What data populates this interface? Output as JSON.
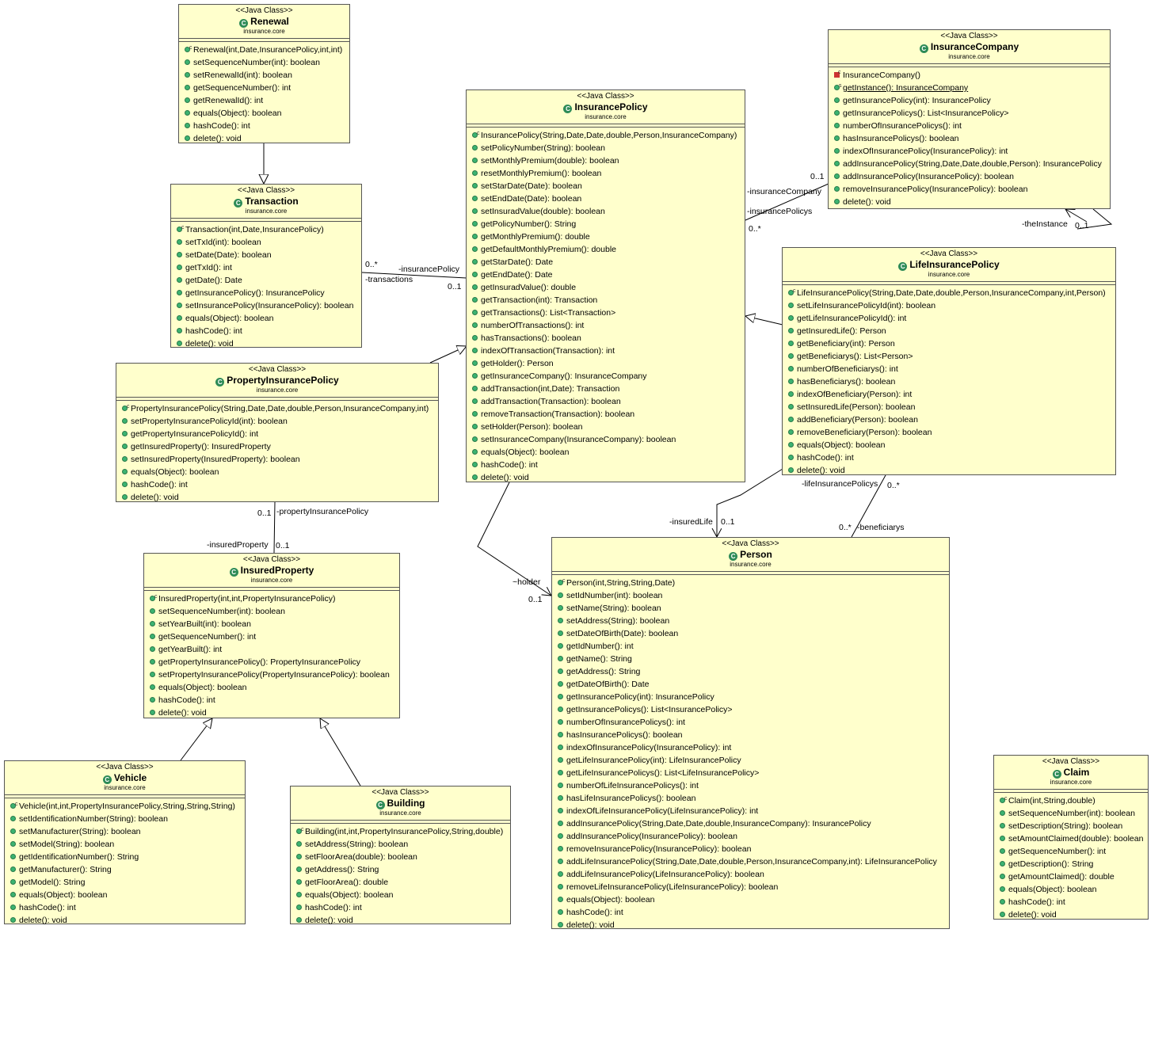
{
  "stereotype": "<<Java Class>>",
  "package": "insurance.core",
  "classes": {
    "renewal": {
      "name": "Renewal",
      "ops": [
        "Renewal(int,Date,InsurancePolicy,int,int)",
        "setSequenceNumber(int): boolean",
        "setRenewalId(int): boolean",
        "getSequenceNumber(): int",
        "getRenewalId(): int",
        "equals(Object): boolean",
        "hashCode(): int",
        "delete(): void"
      ]
    },
    "transaction": {
      "name": "Transaction",
      "ops": [
        "Transaction(int,Date,InsurancePolicy)",
        "setTxId(int): boolean",
        "setDate(Date): boolean",
        "getTxId(): int",
        "getDate(): Date",
        "getInsurancePolicy(): InsurancePolicy",
        "setInsurancePolicy(InsurancePolicy): boolean",
        "equals(Object): boolean",
        "hashCode(): int",
        "delete(): void"
      ]
    },
    "insurancePolicy": {
      "name": "InsurancePolicy",
      "ops": [
        "InsurancePolicy(String,Date,Date,double,Person,InsuranceCompany)",
        "setPolicyNumber(String): boolean",
        "setMonthlyPremium(double): boolean",
        "resetMonthlyPremium(): boolean",
        "setStarDate(Date): boolean",
        "setEndDate(Date): boolean",
        "setInsuradValue(double): boolean",
        "getPolicyNumber(): String",
        "getMonthlyPremium(): double",
        "getDefaultMonthlyPremium(): double",
        "getStarDate(): Date",
        "getEndDate(): Date",
        "getInsuradValue(): double",
        "getTransaction(int): Transaction",
        "getTransactions(): List<Transaction>",
        "numberOfTransactions(): int",
        "hasTransactions(): boolean",
        "indexOfTransaction(Transaction): int",
        "getHolder(): Person",
        "getInsuranceCompany(): InsuranceCompany",
        "addTransaction(int,Date): Transaction",
        "addTransaction(Transaction): boolean",
        "removeTransaction(Transaction): boolean",
        "setHolder(Person): boolean",
        "setInsuranceCompany(InsuranceCompany): boolean",
        "equals(Object): boolean",
        "hashCode(): int",
        "delete(): void"
      ]
    },
    "insuranceCompany": {
      "name": "InsuranceCompany",
      "ops": [
        "InsuranceCompany()",
        "getInstance(): InsuranceCompany",
        "getInsurancePolicy(int): InsurancePolicy",
        "getInsurancePolicys(): List<InsurancePolicy>",
        "numberOfInsurancePolicys(): int",
        "hasInsurancePolicys(): boolean",
        "indexOfInsurancePolicy(InsurancePolicy): int",
        "addInsurancePolicy(String,Date,Date,double,Person): InsurancePolicy",
        "addInsurancePolicy(InsurancePolicy): boolean",
        "removeInsurancePolicy(InsurancePolicy): boolean",
        "delete(): void"
      ]
    },
    "lifeInsurancePolicy": {
      "name": "LifeInsurancePolicy",
      "ops": [
        "LifeInsurancePolicy(String,Date,Date,double,Person,InsuranceCompany,int,Person)",
        "setLifeInsurancePolicyId(int): boolean",
        "getLifeInsurancePolicyId(): int",
        "getInsuredLife(): Person",
        "getBeneficiary(int): Person",
        "getBeneficiarys(): List<Person>",
        "numberOfBeneficiarys(): int",
        "hasBeneficiarys(): boolean",
        "indexOfBeneficiary(Person): int",
        "setInsuredLife(Person): boolean",
        "addBeneficiary(Person): boolean",
        "removeBeneficiary(Person): boolean",
        "equals(Object): boolean",
        "hashCode(): int",
        "delete(): void"
      ]
    },
    "propertyInsurancePolicy": {
      "name": "PropertyInsurancePolicy",
      "ops": [
        "PropertyInsurancePolicy(String,Date,Date,double,Person,InsuranceCompany,int)",
        "setPropertyInsurancePolicyId(int): boolean",
        "getPropertyInsurancePolicyId(): int",
        "getInsuredProperty(): InsuredProperty",
        "setInsuredProperty(InsuredProperty): boolean",
        "equals(Object): boolean",
        "hashCode(): int",
        "delete(): void"
      ]
    },
    "insuredProperty": {
      "name": "InsuredProperty",
      "ops": [
        "InsuredProperty(int,int,PropertyInsurancePolicy)",
        "setSequenceNumber(int): boolean",
        "setYearBuilt(int): boolean",
        "getSequenceNumber(): int",
        "getYearBuilt(): int",
        "getPropertyInsurancePolicy(): PropertyInsurancePolicy",
        "setPropertyInsurancePolicy(PropertyInsurancePolicy): boolean",
        "equals(Object): boolean",
        "hashCode(): int",
        "delete(): void"
      ]
    },
    "person": {
      "name": "Person",
      "ops": [
        "Person(int,String,String,Date)",
        "setIdNumber(int): boolean",
        "setName(String): boolean",
        "setAddress(String): boolean",
        "setDateOfBirth(Date): boolean",
        "getIdNumber(): int",
        "getName(): String",
        "getAddress(): String",
        "getDateOfBirth(): Date",
        "getInsurancePolicy(int): InsurancePolicy",
        "getInsurancePolicys(): List<InsurancePolicy>",
        "numberOfInsurancePolicys(): int",
        "hasInsurancePolicys(): boolean",
        "indexOfInsurancePolicy(InsurancePolicy): int",
        "getLifeInsurancePolicy(int): LifeInsurancePolicy",
        "getLifeInsurancePolicys(): List<LifeInsurancePolicy>",
        "numberOfLifeInsurancePolicys(): int",
        "hasLifeInsurancePolicys(): boolean",
        "indexOfLifeInsurancePolicy(LifeInsurancePolicy): int",
        "addInsurancePolicy(String,Date,Date,double,InsuranceCompany): InsurancePolicy",
        "addInsurancePolicy(InsurancePolicy): boolean",
        "removeInsurancePolicy(InsurancePolicy): boolean",
        "addLifeInsurancePolicy(String,Date,Date,double,Person,InsuranceCompany,int): LifeInsurancePolicy",
        "addLifeInsurancePolicy(LifeInsurancePolicy): boolean",
        "removeLifeInsurancePolicy(LifeInsurancePolicy): boolean",
        "equals(Object): boolean",
        "hashCode(): int",
        "delete(): void"
      ]
    },
    "vehicle": {
      "name": "Vehicle",
      "ops": [
        "Vehicle(int,int,PropertyInsurancePolicy,String,String,String)",
        "setIdentificationNumber(String): boolean",
        "setManufacturer(String): boolean",
        "setModel(String): boolean",
        "getIdentificationNumber(): String",
        "getManufacturer(): String",
        "getModel(): String",
        "equals(Object): boolean",
        "hashCode(): int",
        "delete(): void"
      ]
    },
    "building": {
      "name": "Building",
      "ops": [
        "Building(int,int,PropertyInsurancePolicy,String,double)",
        "setAddress(String): boolean",
        "setFloorArea(double): boolean",
        "getAddress(): String",
        "getFloorArea(): double",
        "equals(Object): boolean",
        "hashCode(): int",
        "delete(): void"
      ]
    },
    "claim": {
      "name": "Claim",
      "ops": [
        "Claim(int,String,double)",
        "setSequenceNumber(int): boolean",
        "setDescription(String): boolean",
        "setAmountClaimed(double): boolean",
        "getSequenceNumber(): int",
        "getDescription(): String",
        "getAmountClaimed(): double",
        "equals(Object): boolean",
        "hashCode(): int",
        "delete(): void"
      ]
    }
  },
  "labels": {
    "tx_mult_many": "0..*",
    "tx_role_insurancePolicy": "-insurancePolicy",
    "tx_role_transactions": "-transactions",
    "tx_mult_one": "0..1",
    "ic_mult_one": "0..1",
    "ic_role_insuranceCompany": "-insuranceCompany",
    "ic_role_insurancePolicys": "-insurancePolicys",
    "ic_mult_many": "0..*",
    "theInstance": "-theInstance",
    "theInstance_mult": "0..1",
    "pip_mult_one": "0..1",
    "pip_role": "-propertyInsurancePolicy",
    "ip_role": "-insuredProperty",
    "ip_mult": "0..1",
    "holder_role": "~holder",
    "holder_mult": "0..1",
    "insuredLife_role": "-insuredLife",
    "insuredLife_mult": "0..1",
    "lifePolicys_role": "-lifeInsurancePolicys",
    "lifePolicys_mult": "0..*",
    "beneficiarys_mult": "0..*",
    "beneficiarys_role": "-beneficiarys"
  }
}
